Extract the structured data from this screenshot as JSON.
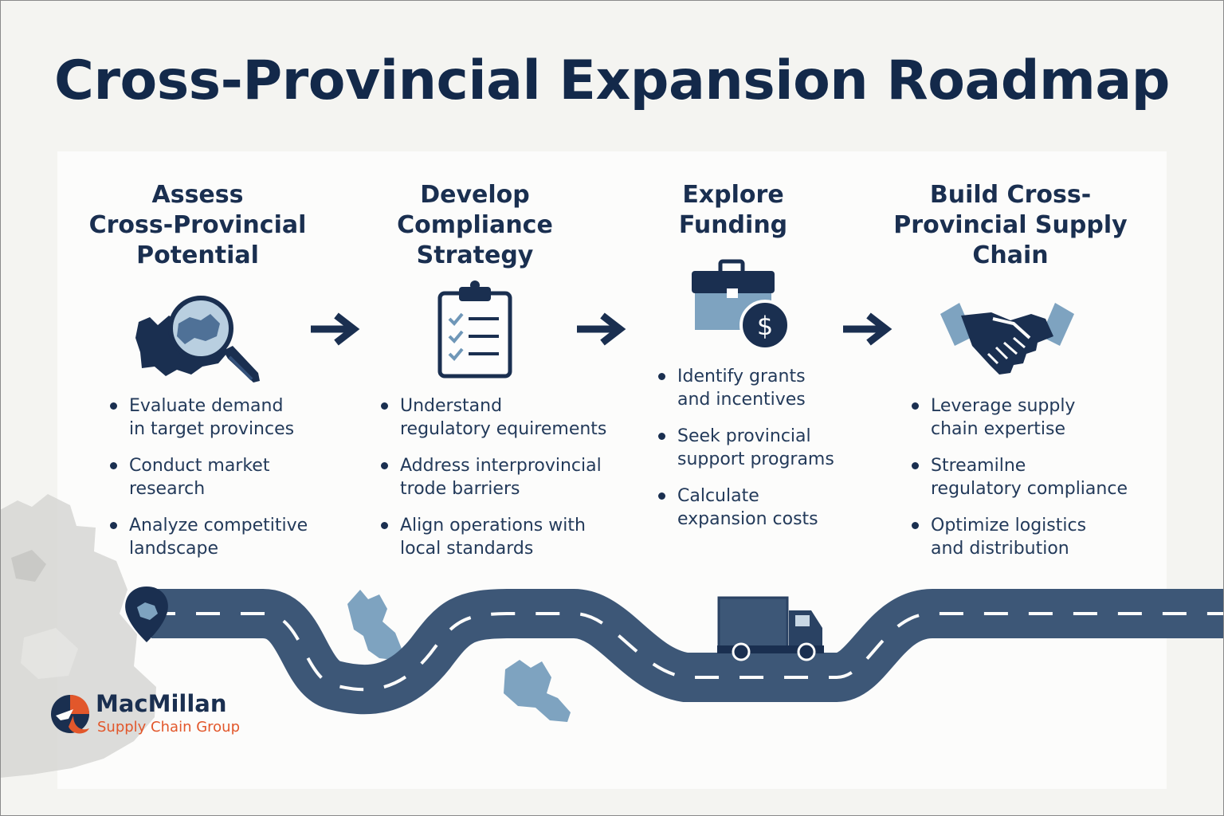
{
  "title": "Cross-Provincial Expansion Roadmap",
  "stages": [
    {
      "title_lines": [
        "Assess",
        "Cross-Provincial",
        "Potential"
      ],
      "icon": "magnifier-over-canada-map-icon",
      "bullets": [
        [
          "Evaluate demand",
          "in target provinces"
        ],
        [
          "Conduct market",
          "research"
        ],
        [
          "Analyze competitive",
          "landscape"
        ]
      ]
    },
    {
      "title_lines": [
        "Develop",
        "Compliance",
        "Strategy"
      ],
      "icon": "clipboard-checklist-icon",
      "bullets": [
        [
          "Understand",
          "regulatory equirements"
        ],
        [
          "Address interprovincial",
          "trode barriers"
        ],
        [
          "Align operations with",
          "local standards"
        ]
      ]
    },
    {
      "title_lines": [
        "Explore",
        "Funding"
      ],
      "icon": "briefcase-dollar-icon",
      "bullets": [
        [
          "Identify grants",
          "and incentives"
        ],
        [
          "Seek provincial",
          "support programs"
        ],
        [
          "Calculate",
          "expansion costs"
        ]
      ]
    },
    {
      "title_lines": [
        "Build Cross-",
        "Provincial Supply",
        "Chain"
      ],
      "icon": "handshake-icon",
      "bullets": [
        [
          "Leverage supply",
          "chain expertise"
        ],
        [
          "Streamilne",
          "regulatory compliance"
        ],
        [
          "Optimize logistics",
          "and distribution"
        ]
      ]
    }
  ],
  "arrows": [
    "arrow-right-icon",
    "arrow-right-icon",
    "arrow-right-icon"
  ],
  "road": {
    "icons": [
      "location-pin-icon",
      "delivery-truck-icon",
      "province-map-icon"
    ]
  },
  "logo": {
    "name": "MacMillan",
    "tagline": "Supply Chain Group",
    "mark": "macmillan-logo-mark"
  },
  "colors": {
    "navy": "#1a2f50",
    "road": "#3d5777",
    "steel_blue": "#7ea3c0",
    "accent_orange": "#e2572b",
    "map_grey": "#d6d6d4"
  }
}
